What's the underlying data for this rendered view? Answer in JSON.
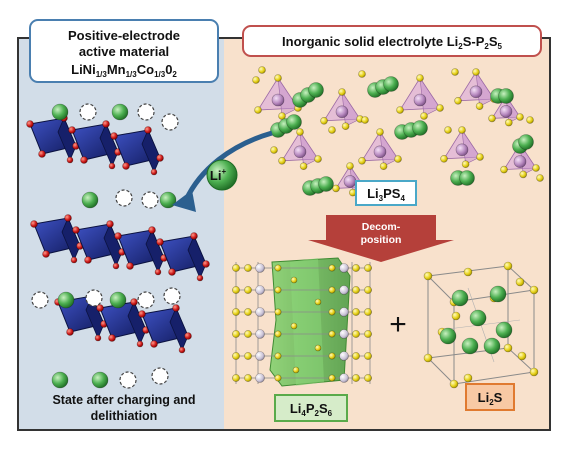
{
  "left_panel": {
    "title_line1": "Positive-electrode",
    "title_line2": "active material",
    "formula": {
      "li": "LiNi",
      "ni_sub": "1/3",
      "mn": "Mn",
      "mn_sub": "1/3",
      "co": "Co",
      "co_sub": "1/3",
      "o": "0",
      "o_sub": "2"
    },
    "caption_line1": "State after charging and",
    "caption_line2": "delithiation"
  },
  "right_panel": {
    "title": {
      "text": "Inorganic solid electrolyte  Li",
      "sub1": "2",
      "mid": "S-P",
      "sub2": "2",
      "end": "S",
      "sub3": "5"
    },
    "li3ps4": {
      "a": "Li",
      "sub1": "3",
      "b": "PS",
      "sub2": "4"
    },
    "decomposition_line1": "Decom-",
    "decomposition_line2": "position",
    "li4p2s6": {
      "a": "Li",
      "sub1": "4",
      "b": "P",
      "sub2": "2",
      "c": "S",
      "sub3": "6"
    },
    "plus": "+",
    "li2s": {
      "a": "Li",
      "sub1": "2",
      "b": "S"
    }
  },
  "li_ion": {
    "base": "Li",
    "sup": "+"
  },
  "colors": {
    "left_bg": "#d2dde8",
    "right_bg": "#f8e1cc",
    "left_title_border": "#4a7fb0",
    "right_title_border": "#c0504d",
    "li3ps4_border": "#4aa8c8",
    "li4p2s6_border": "#5aaa4a",
    "li2s_border": "#e07a30",
    "arrow_red": "#b5403a",
    "arrow_blue": "#2b5f8f",
    "octahedron": "#1f2e8a",
    "oxygen": "#cc1a1a",
    "lithium": "#4caf50",
    "sulfur": "#e8d21a",
    "tetrahedron": "#d9a6dc"
  }
}
